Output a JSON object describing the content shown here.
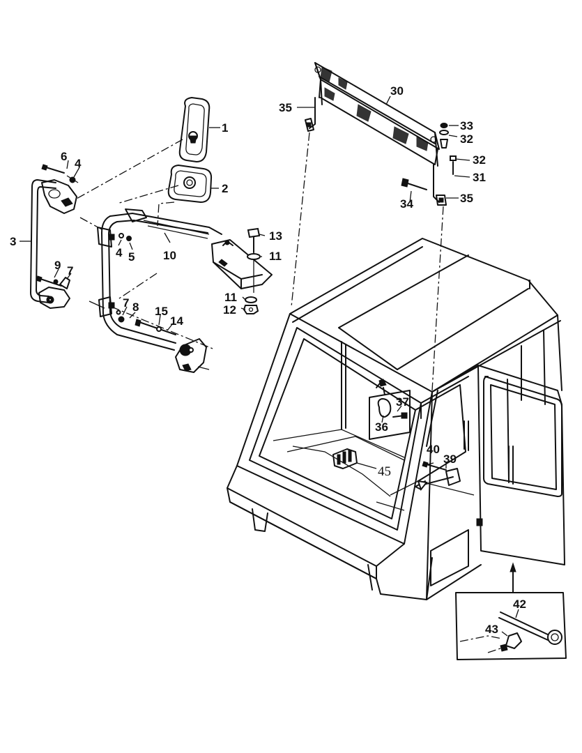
{
  "callouts": [
    {
      "id": "c1",
      "text": "1"
    },
    {
      "id": "c2",
      "text": "2"
    },
    {
      "id": "c3",
      "text": "3"
    },
    {
      "id": "c4a",
      "text": "4"
    },
    {
      "id": "c4b",
      "text": "4"
    },
    {
      "id": "c5",
      "text": "5"
    },
    {
      "id": "c6",
      "text": "6"
    },
    {
      "id": "c7a",
      "text": "7"
    },
    {
      "id": "c7b",
      "text": "7"
    },
    {
      "id": "c8",
      "text": "8"
    },
    {
      "id": "c9",
      "text": "9"
    },
    {
      "id": "c10",
      "text": "10"
    },
    {
      "id": "c11a",
      "text": "11"
    },
    {
      "id": "c11b",
      "text": "11"
    },
    {
      "id": "c12",
      "text": "12"
    },
    {
      "id": "c13",
      "text": "13"
    },
    {
      "id": "c14",
      "text": "14"
    },
    {
      "id": "c15",
      "text": "15"
    },
    {
      "id": "c30",
      "text": "30"
    },
    {
      "id": "c31",
      "text": "31"
    },
    {
      "id": "c32a",
      "text": "32"
    },
    {
      "id": "c32b",
      "text": "32"
    },
    {
      "id": "c33",
      "text": "33"
    },
    {
      "id": "c34",
      "text": "34"
    },
    {
      "id": "c35a",
      "text": "35"
    },
    {
      "id": "c35b",
      "text": "35"
    },
    {
      "id": "c36",
      "text": "36"
    },
    {
      "id": "c37",
      "text": "37"
    },
    {
      "id": "c39",
      "text": "39"
    },
    {
      "id": "c40",
      "text": "40"
    },
    {
      "id": "c42",
      "text": "42"
    },
    {
      "id": "c43",
      "text": "43"
    },
    {
      "id": "c45",
      "text": "45"
    }
  ]
}
